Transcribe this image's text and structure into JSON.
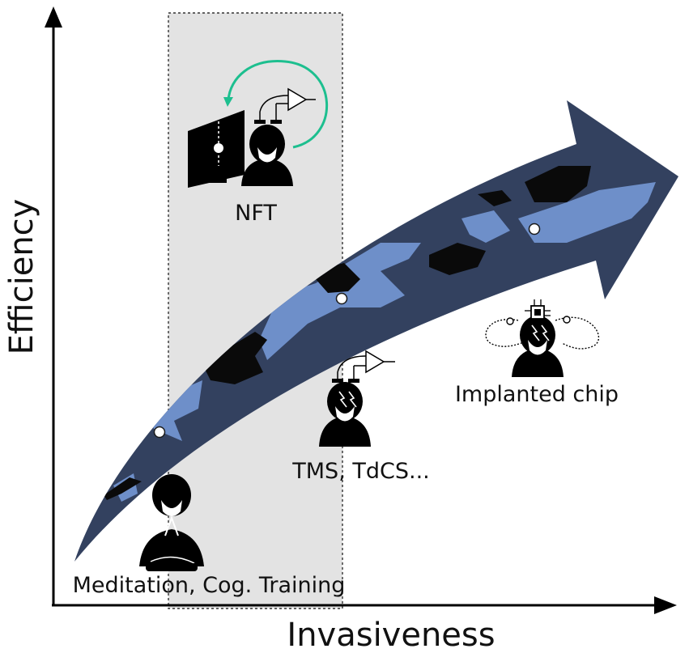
{
  "axes": {
    "x_label": "Invasiveness",
    "y_label": "Efficiency"
  },
  "items": {
    "nft": "NFT",
    "tms": "TMS, TdCS...",
    "chip": "Implanted chip",
    "meditation": "Meditation, Cog. Training"
  },
  "colors": {
    "arrow_dark": "#33415f",
    "arrow_light": "#6e8fc9",
    "camo_black": "#0a0a0a",
    "highlight_box": "#e3e3e3",
    "feedback_arrow": "#1dbf8f",
    "axis": "#000000"
  },
  "icons": [
    "meditating-person-icon",
    "eeg-headset-person-icon",
    "monitor-icon",
    "amplifier-icon",
    "feedback-loop-icon",
    "brain-stimulation-person-icon",
    "chip-implant-person-icon"
  ]
}
